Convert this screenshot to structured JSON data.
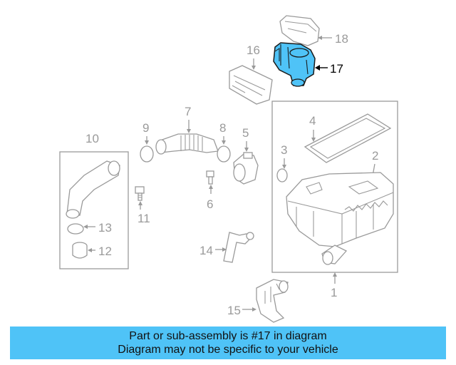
{
  "diagram": {
    "highlight_color": "#4fc3f7",
    "callouts": {
      "c1": "1",
      "c2": "2",
      "c3": "3",
      "c4": "4",
      "c5": "5",
      "c6": "6",
      "c7": "7",
      "c8": "8",
      "c9": "9",
      "c10": "10",
      "c11": "11",
      "c12": "12",
      "c13": "13",
      "c14": "14",
      "c15": "15",
      "c16": "16",
      "c17": "17",
      "c18": "18"
    }
  },
  "banner": {
    "line1": "Part or sub-assembly is #17 in diagram",
    "line2": "Diagram may not be specific to your vehicle",
    "color": "#4fc3f7"
  }
}
